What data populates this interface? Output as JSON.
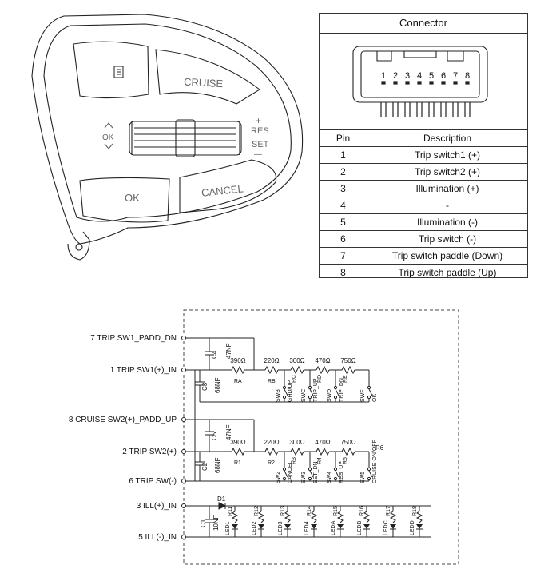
{
  "switch_panel": {
    "labels": {
      "cruise": "CRUISE",
      "ok_arrows": "OK",
      "res": "RES",
      "set": "SET",
      "plus": "+",
      "minus": "—",
      "ok": "OK",
      "cancel": "CANCEL"
    }
  },
  "connector": {
    "title": "Connector",
    "pin_numbers": [
      "1",
      "2",
      "3",
      "4",
      "5",
      "6",
      "7",
      "8"
    ],
    "table_headers": {
      "pin": "Pin",
      "description": "Description"
    },
    "rows": [
      {
        "pin": "1",
        "description": "Trip switch1 (+)"
      },
      {
        "pin": "2",
        "description": "Trip switch2 (+)"
      },
      {
        "pin": "3",
        "description": "Illumination (+)"
      },
      {
        "pin": "4",
        "description": "-"
      },
      {
        "pin": "5",
        "description": "Illumination (-)"
      },
      {
        "pin": "6",
        "description": "Trip switch (-)"
      },
      {
        "pin": "7",
        "description": "Trip switch paddle (Down)"
      },
      {
        "pin": "8",
        "description": "Trip switch paddle (Up)"
      }
    ]
  },
  "schematic": {
    "terminals": {
      "t7": "7 TRIP SW1_PADD_DN",
      "t1": "1 TRIP SW1(+)_IN",
      "t8": "8 CRUISE SW2(+)_PADD_UP",
      "t2": "2 TRIP SW2(+)",
      "t6": "6 TRIP SW(-)",
      "t3": "3 ILL(+)_IN",
      "t5": "5 ILL(-)_IN"
    },
    "top_group": {
      "capacitors": {
        "c4": "C4",
        "c4_val": "47NF",
        "c3": "C3",
        "c3_val": "68NF"
      },
      "resistors": [
        {
          "name": "RA",
          "value": "390Ω"
        },
        {
          "name": "RB",
          "value": "220Ω"
        },
        {
          "name": "RC",
          "value": "300Ω"
        },
        {
          "name": "RD",
          "value": "470Ω"
        },
        {
          "name": "RE",
          "value": "750Ω"
        }
      ],
      "switches": [
        {
          "name": "SWB",
          "func": "GHD/UP"
        },
        {
          "name": "SWC",
          "func": "TRIP_UP"
        },
        {
          "name": "SWD",
          "func": "TRIP_DN"
        },
        {
          "name": "SWF",
          "func": "OK"
        }
      ]
    },
    "bottom_group": {
      "capacitors": {
        "c5": "C5",
        "c5_val": "47NF",
        "c2": "C2",
        "c2_val": "68NF"
      },
      "resistors": [
        {
          "name": "R1",
          "value": "390Ω"
        },
        {
          "name": "R2",
          "value": "220Ω"
        },
        {
          "name": "R3",
          "value": "300Ω"
        },
        {
          "name": "R4",
          "value": "470Ω"
        },
        {
          "name": "R5",
          "value": "750Ω"
        }
      ],
      "extra_resistor": "R6",
      "switches": [
        {
          "name": "SW2",
          "func": "CANCEL"
        },
        {
          "name": "SW3",
          "func": "SET_DN"
        },
        {
          "name": "SW4",
          "func": "RES_UP"
        },
        {
          "name": "SW5",
          "func": "CRUISE ON/OFF"
        }
      ]
    },
    "illumination": {
      "diode": "D1",
      "capacitor": "C1",
      "capacitor_val": "10NF",
      "leds": [
        {
          "led": "LED1",
          "res": "R11"
        },
        {
          "led": "LED2",
          "res": "R12"
        },
        {
          "led": "LED3",
          "res": "R13"
        },
        {
          "led": "LED4",
          "res": "R14"
        },
        {
          "led": "LEDA",
          "res": "R15"
        },
        {
          "led": "LEDB",
          "res": "R16"
        },
        {
          "led": "LEDC",
          "res": "R17"
        },
        {
          "led": "LEDD",
          "res": "R18"
        }
      ]
    }
  }
}
